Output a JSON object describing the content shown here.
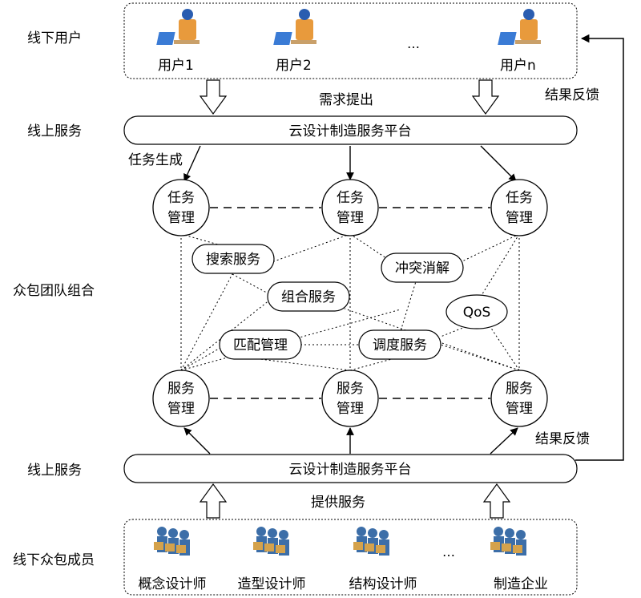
{
  "left_labels": {
    "offline_users": "线下用户",
    "online_service_top": "线上服务",
    "crowdsourcing_team": "众包团队组合",
    "online_service_bottom": "线上服务",
    "offline_members": "线下众包成员"
  },
  "users": [
    {
      "label": "用户1"
    },
    {
      "label": "用户2"
    },
    {
      "label": "用户n"
    }
  ],
  "users_ellipsis": "…",
  "demand_label": "需求提出",
  "feedback_right": "结果反馈",
  "platform_top": "云设计制造服务平台",
  "task_generation": "任务生成",
  "task_nodes": [
    "任务\n管理",
    "任务\n管理",
    "任务\n管理"
  ],
  "service_nodes": [
    "服务\n管理",
    "服务\n管理",
    "服务\n管理"
  ],
  "middle_services": {
    "search": "搜索服务",
    "conflict": "冲突消解",
    "compose": "组合服务",
    "qos": "QoS",
    "match": "匹配管理",
    "schedule": "调度服务"
  },
  "feedback_lower": "结果反馈",
  "platform_bottom": "云设计制造服务平台",
  "provide_label": "提供服务",
  "members": [
    {
      "label": "概念设计师"
    },
    {
      "label": "造型设计师"
    },
    {
      "label": "结构设计师"
    },
    {
      "label": "制造企业"
    }
  ],
  "members_ellipsis": "…"
}
